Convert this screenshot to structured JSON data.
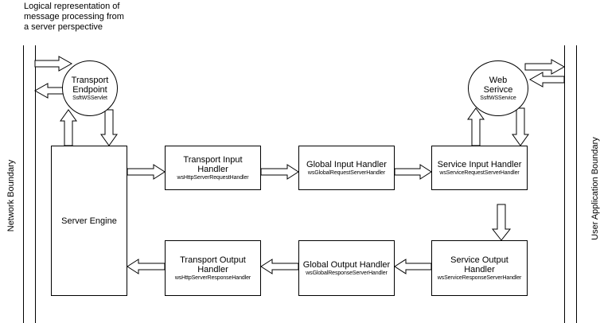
{
  "caption": {
    "line1": "Logical representation of",
    "line2": "message processing from",
    "line3": "a server perspective"
  },
  "boundaries": {
    "network": "Network Boundary",
    "user_application": "User Application Boundary"
  },
  "nodes": {
    "transport_endpoint": {
      "title_1": "Transport",
      "title_2": "Endpoint",
      "sub": "SsftWSServlet"
    },
    "web_service": {
      "title_1": "Web",
      "title_2": "Serivce",
      "sub": "SsftWSService"
    },
    "server_engine": {
      "title": "Server Engine"
    },
    "transport_input": {
      "title_1": "Transport Input",
      "title_2": "Handler",
      "sub": "wsHttpServerRequestHandler"
    },
    "global_input": {
      "title": "Global Input Handler",
      "sub": "wsGlobalRequestServerHandler"
    },
    "service_input": {
      "title": "Service Input Handler",
      "sub": "wsServiceRequestServerHandler"
    },
    "transport_output": {
      "title_1": "Transport Output",
      "title_2": "Handler",
      "sub": "wsHttpServerResponseHandler"
    },
    "global_output": {
      "title": "Global Output Handler",
      "sub": "wsGlobalResponseServerHandler"
    },
    "service_output": {
      "title_1": "Service Output",
      "title_2": "Handler",
      "sub": "wsServiceResponseServerHandler"
    }
  }
}
